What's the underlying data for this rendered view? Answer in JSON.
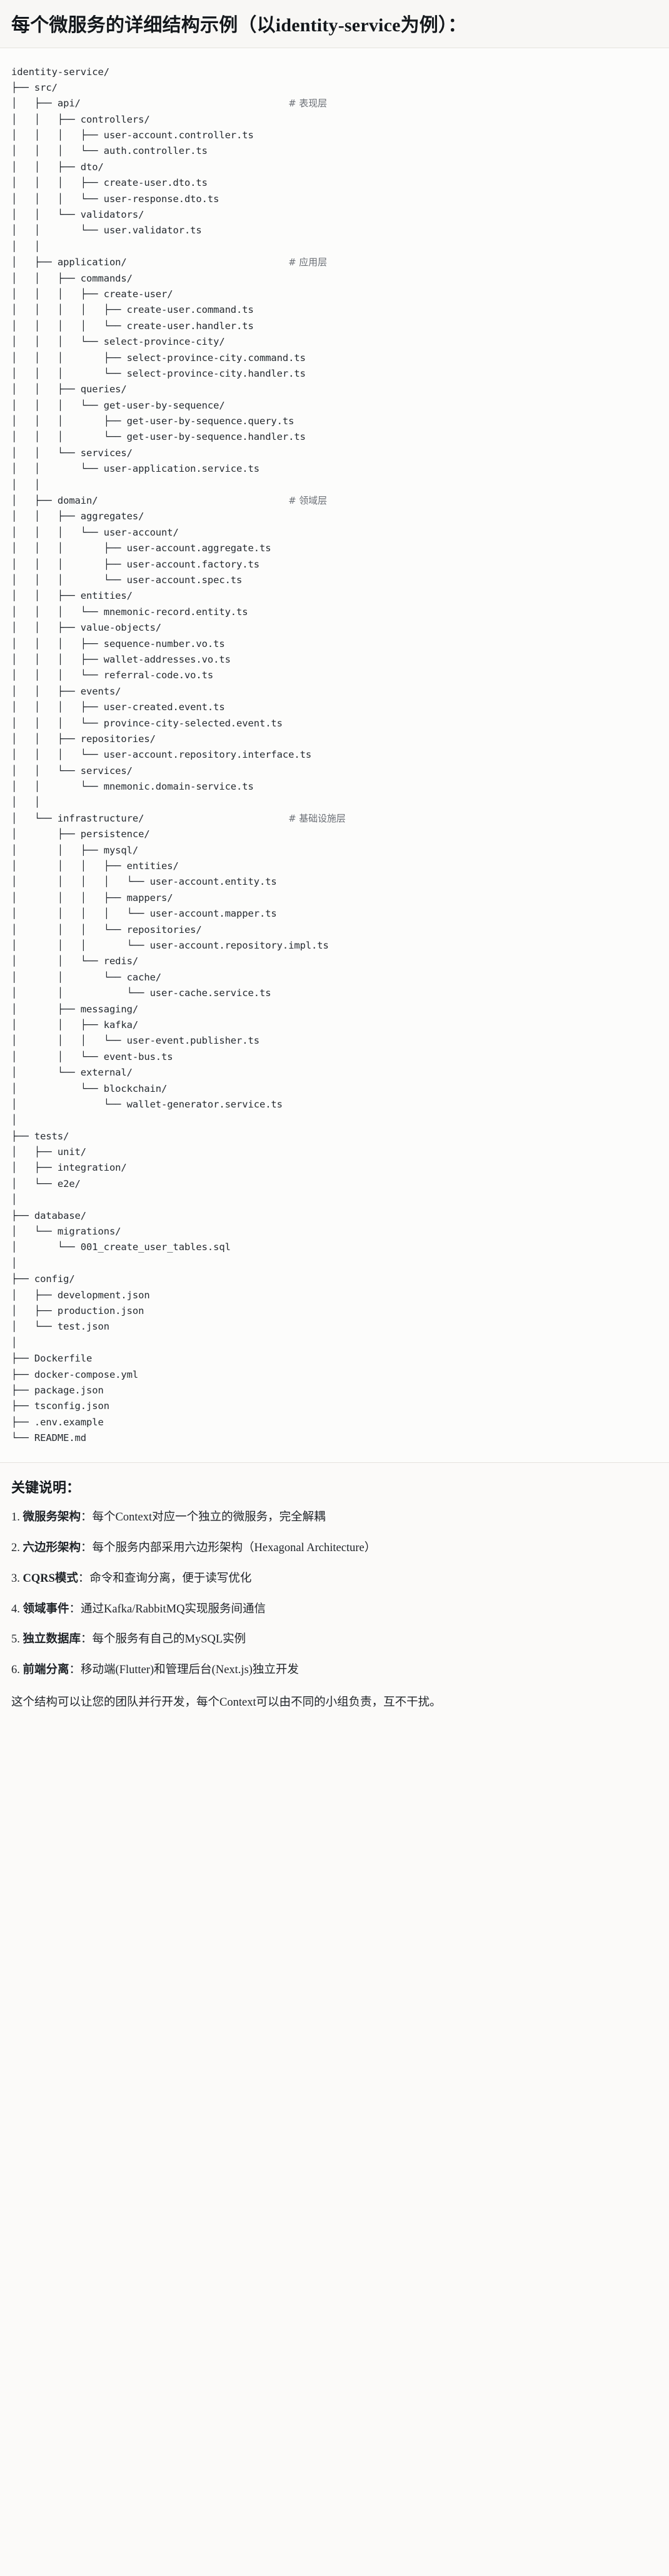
{
  "header": {
    "title": "每个微服务的详细结构示例（以identity-service为例）："
  },
  "tree": {
    "root": "identity-service/",
    "lines": [
      {
        "prefix": "",
        "name": "identity-service/",
        "comment": ""
      },
      {
        "prefix": "├── ",
        "name": "src/",
        "comment": ""
      },
      {
        "prefix": "│   ├── ",
        "name": "api/",
        "comment": "# 表现层",
        "comment_col": 48
      },
      {
        "prefix": "│   │   ├── ",
        "name": "controllers/",
        "comment": ""
      },
      {
        "prefix": "│   │   │   ├── ",
        "name": "user-account.controller.ts",
        "comment": ""
      },
      {
        "prefix": "│   │   │   └── ",
        "name": "auth.controller.ts",
        "comment": ""
      },
      {
        "prefix": "│   │   ├── ",
        "name": "dto/",
        "comment": ""
      },
      {
        "prefix": "│   │   │   ├── ",
        "name": "create-user.dto.ts",
        "comment": ""
      },
      {
        "prefix": "│   │   │   └── ",
        "name": "user-response.dto.ts",
        "comment": ""
      },
      {
        "prefix": "│   │   └── ",
        "name": "validators/",
        "comment": ""
      },
      {
        "prefix": "│   │       └── ",
        "name": "user.validator.ts",
        "comment": ""
      },
      {
        "prefix": "│   │",
        "name": "",
        "comment": ""
      },
      {
        "prefix": "│   ├── ",
        "name": "application/",
        "comment": "# 应用层",
        "comment_col": 48
      },
      {
        "prefix": "│   │   ├── ",
        "name": "commands/",
        "comment": ""
      },
      {
        "prefix": "│   │   │   ├── ",
        "name": "create-user/",
        "comment": ""
      },
      {
        "prefix": "│   │   │   │   ├── ",
        "name": "create-user.command.ts",
        "comment": ""
      },
      {
        "prefix": "│   │   │   │   └── ",
        "name": "create-user.handler.ts",
        "comment": ""
      },
      {
        "prefix": "│   │   │   └── ",
        "name": "select-province-city/",
        "comment": ""
      },
      {
        "prefix": "│   │   │       ├── ",
        "name": "select-province-city.command.ts",
        "comment": ""
      },
      {
        "prefix": "│   │   │       └── ",
        "name": "select-province-city.handler.ts",
        "comment": ""
      },
      {
        "prefix": "│   │   ├── ",
        "name": "queries/",
        "comment": ""
      },
      {
        "prefix": "│   │   │   └── ",
        "name": "get-user-by-sequence/",
        "comment": ""
      },
      {
        "prefix": "│   │   │       ├── ",
        "name": "get-user-by-sequence.query.ts",
        "comment": ""
      },
      {
        "prefix": "│   │   │       └── ",
        "name": "get-user-by-sequence.handler.ts",
        "comment": ""
      },
      {
        "prefix": "│   │   └── ",
        "name": "services/",
        "comment": ""
      },
      {
        "prefix": "│   │       └── ",
        "name": "user-application.service.ts",
        "comment": ""
      },
      {
        "prefix": "│   │",
        "name": "",
        "comment": ""
      },
      {
        "prefix": "│   ├── ",
        "name": "domain/",
        "comment": "# 领域层",
        "comment_col": 48
      },
      {
        "prefix": "│   │   ├── ",
        "name": "aggregates/",
        "comment": ""
      },
      {
        "prefix": "│   │   │   └── ",
        "name": "user-account/",
        "comment": ""
      },
      {
        "prefix": "│   │   │       ├── ",
        "name": "user-account.aggregate.ts",
        "comment": ""
      },
      {
        "prefix": "│   │   │       ├── ",
        "name": "user-account.factory.ts",
        "comment": ""
      },
      {
        "prefix": "│   │   │       └── ",
        "name": "user-account.spec.ts",
        "comment": ""
      },
      {
        "prefix": "│   │   ├── ",
        "name": "entities/",
        "comment": ""
      },
      {
        "prefix": "│   │   │   └── ",
        "name": "mnemonic-record.entity.ts",
        "comment": ""
      },
      {
        "prefix": "│   │   ├── ",
        "name": "value-objects/",
        "comment": ""
      },
      {
        "prefix": "│   │   │   ├── ",
        "name": "sequence-number.vo.ts",
        "comment": ""
      },
      {
        "prefix": "│   │   │   ├── ",
        "name": "wallet-addresses.vo.ts",
        "comment": ""
      },
      {
        "prefix": "│   │   │   └── ",
        "name": "referral-code.vo.ts",
        "comment": ""
      },
      {
        "prefix": "│   │   ├── ",
        "name": "events/",
        "comment": ""
      },
      {
        "prefix": "│   │   │   ├── ",
        "name": "user-created.event.ts",
        "comment": ""
      },
      {
        "prefix": "│   │   │   └── ",
        "name": "province-city-selected.event.ts",
        "comment": ""
      },
      {
        "prefix": "│   │   ├── ",
        "name": "repositories/",
        "comment": ""
      },
      {
        "prefix": "│   │   │   └── ",
        "name": "user-account.repository.interface.ts",
        "comment": ""
      },
      {
        "prefix": "│   │   └── ",
        "name": "services/",
        "comment": ""
      },
      {
        "prefix": "│   │       └── ",
        "name": "mnemonic.domain-service.ts",
        "comment": ""
      },
      {
        "prefix": "│   │",
        "name": "",
        "comment": ""
      },
      {
        "prefix": "│   └── ",
        "name": "infrastructure/",
        "comment": "# 基础设施层",
        "comment_col": 48
      },
      {
        "prefix": "│       ├── ",
        "name": "persistence/",
        "comment": ""
      },
      {
        "prefix": "│       │   ├── ",
        "name": "mysql/",
        "comment": ""
      },
      {
        "prefix": "│       │   │   ├── ",
        "name": "entities/",
        "comment": ""
      },
      {
        "prefix": "│       │   │   │   └── ",
        "name": "user-account.entity.ts",
        "comment": ""
      },
      {
        "prefix": "│       │   │   ├── ",
        "name": "mappers/",
        "comment": ""
      },
      {
        "prefix": "│       │   │   │   └── ",
        "name": "user-account.mapper.ts",
        "comment": ""
      },
      {
        "prefix": "│       │   │   └── ",
        "name": "repositories/",
        "comment": ""
      },
      {
        "prefix": "│       │   │       └── ",
        "name": "user-account.repository.impl.ts",
        "comment": ""
      },
      {
        "prefix": "│       │   └── ",
        "name": "redis/",
        "comment": ""
      },
      {
        "prefix": "│       │       └── ",
        "name": "cache/",
        "comment": ""
      },
      {
        "prefix": "│       │           └── ",
        "name": "user-cache.service.ts",
        "comment": ""
      },
      {
        "prefix": "│       ├── ",
        "name": "messaging/",
        "comment": ""
      },
      {
        "prefix": "│       │   ├── ",
        "name": "kafka/",
        "comment": ""
      },
      {
        "prefix": "│       │   │   └── ",
        "name": "user-event.publisher.ts",
        "comment": ""
      },
      {
        "prefix": "│       │   └── ",
        "name": "event-bus.ts",
        "comment": ""
      },
      {
        "prefix": "│       └── ",
        "name": "external/",
        "comment": ""
      },
      {
        "prefix": "│           └── ",
        "name": "blockchain/",
        "comment": ""
      },
      {
        "prefix": "│               └── ",
        "name": "wallet-generator.service.ts",
        "comment": ""
      },
      {
        "prefix": "│",
        "name": "",
        "comment": ""
      },
      {
        "prefix": "├── ",
        "name": "tests/",
        "comment": ""
      },
      {
        "prefix": "│   ├── ",
        "name": "unit/",
        "comment": ""
      },
      {
        "prefix": "│   ├── ",
        "name": "integration/",
        "comment": ""
      },
      {
        "prefix": "│   └── ",
        "name": "e2e/",
        "comment": ""
      },
      {
        "prefix": "│",
        "name": "",
        "comment": ""
      },
      {
        "prefix": "├── ",
        "name": "database/",
        "comment": ""
      },
      {
        "prefix": "│   └── ",
        "name": "migrations/",
        "comment": ""
      },
      {
        "prefix": "│       └── ",
        "name": "001_create_user_tables.sql",
        "comment": ""
      },
      {
        "prefix": "│",
        "name": "",
        "comment": ""
      },
      {
        "prefix": "├── ",
        "name": "config/",
        "comment": ""
      },
      {
        "prefix": "│   ├── ",
        "name": "development.json",
        "comment": ""
      },
      {
        "prefix": "│   ├── ",
        "name": "production.json",
        "comment": ""
      },
      {
        "prefix": "│   └── ",
        "name": "test.json",
        "comment": ""
      },
      {
        "prefix": "│",
        "name": "",
        "comment": ""
      },
      {
        "prefix": "├── ",
        "name": "Dockerfile",
        "comment": ""
      },
      {
        "prefix": "├── ",
        "name": "docker-compose.yml",
        "comment": ""
      },
      {
        "prefix": "├── ",
        "name": "package.json",
        "comment": ""
      },
      {
        "prefix": "├── ",
        "name": "tsconfig.json",
        "comment": ""
      },
      {
        "prefix": "├── ",
        "name": ".env.example",
        "comment": ""
      },
      {
        "prefix": "└── ",
        "name": "README.md",
        "comment": ""
      }
    ]
  },
  "notes": {
    "heading": "关键说明：",
    "items": [
      {
        "index": "1.",
        "term": "微服务架构",
        "sep": "：",
        "text": "每个Context对应一个独立的微服务，完全解耦"
      },
      {
        "index": "2.",
        "term": "六边形架构",
        "sep": "：",
        "text": "每个服务内部采用六边形架构（Hexagonal Architecture）"
      },
      {
        "index": "3.",
        "term": "CQRS模式",
        "sep": "：",
        "text": "命令和查询分离，便于读写优化"
      },
      {
        "index": "4.",
        "term": "领域事件",
        "sep": "：",
        "text": "通过Kafka/RabbitMQ实现服务间通信"
      },
      {
        "index": "5.",
        "term": "独立数据库",
        "sep": "：",
        "text": "每个服务有自己的MySQL实例"
      },
      {
        "index": "6.",
        "term": "前端分离",
        "sep": "：",
        "text": "移动端(Flutter)和管理后台(Next.js)独立开发"
      }
    ],
    "closing": "这个结构可以让您的团队并行开发，每个Context可以由不同的小组负责，互不干扰。"
  },
  "colors": {
    "page_bg": "#fbfaf9",
    "code_bg": "#fcfcfb",
    "text": "#1f2328",
    "comment": "#6b6f76",
    "divider": "#e6e3de"
  }
}
